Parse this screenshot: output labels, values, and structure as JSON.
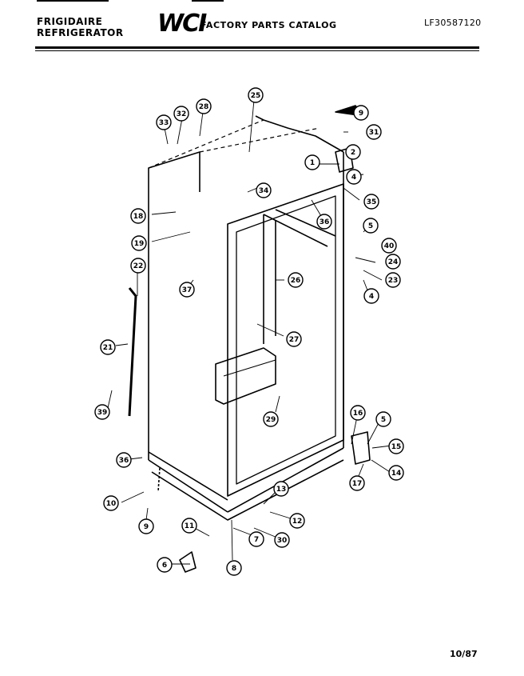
{
  "header": {
    "brand_line1": "FRIGIDAIRE",
    "brand_line2": "REFRIGERATOR",
    "logo": "WCI",
    "catalog_title": "FACTORY PARTS CATALOG",
    "model_code": "LF30587120"
  },
  "footer": {
    "date": "10/87"
  },
  "callouts": [
    "1",
    "2",
    "4",
    "4",
    "5",
    "5",
    "6",
    "7",
    "8",
    "9",
    "9",
    "10",
    "11",
    "12",
    "13",
    "14",
    "15",
    "16",
    "17",
    "18",
    "19",
    "21",
    "22",
    "23",
    "24",
    "25",
    "26",
    "27",
    "28",
    "29",
    "30",
    "31",
    "32",
    "33",
    "34",
    "35",
    "36",
    "36",
    "37",
    "39",
    "40"
  ]
}
